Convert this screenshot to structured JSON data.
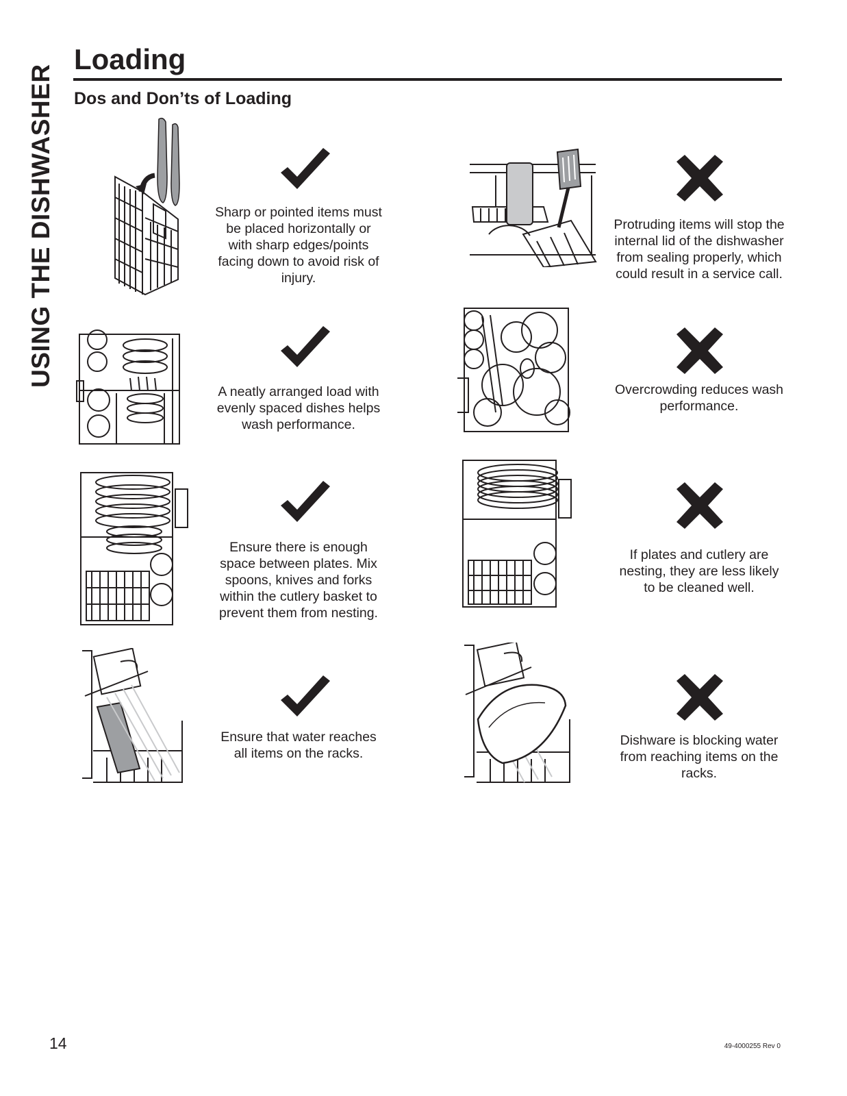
{
  "side_tab": "USING THE DISHWASHER",
  "title": "Loading",
  "subtitle": "Dos and Don’ts of Loading",
  "items": [
    {
      "status": "do",
      "icon": "checkmark-icon",
      "caption": "Sharp or pointed items must be placed horizontally or with sharp edges/points facing down to avoid risk of injury."
    },
    {
      "status": "dont",
      "icon": "x-mark-icon",
      "caption": "Protruding items will stop the internal lid of the dishwasher from sealing properly, which could result in a service call."
    },
    {
      "status": "do",
      "icon": "checkmark-icon",
      "caption": "A neatly arranged load with evenly spaced dishes helps wash performance."
    },
    {
      "status": "dont",
      "icon": "x-mark-icon",
      "caption": "Overcrowding reduces wash performance."
    },
    {
      "status": "do",
      "icon": "checkmark-icon",
      "caption": "Ensure there is enough space between plates. Mix spoons, knives and forks within the cutlery basket to prevent them from nesting."
    },
    {
      "status": "dont",
      "icon": "x-mark-icon",
      "caption": "If plates and cutlery are nesting, they are less likely to be cleaned well."
    },
    {
      "status": "do",
      "icon": "checkmark-icon",
      "caption": "Ensure that water reaches all items on the racks."
    },
    {
      "status": "dont",
      "icon": "x-mark-icon",
      "caption": "Dishware is blocking water from reaching items on the racks."
    }
  ],
  "footer": {
    "page_number": "14",
    "doc_code": "49-4000255 Rev 0"
  }
}
